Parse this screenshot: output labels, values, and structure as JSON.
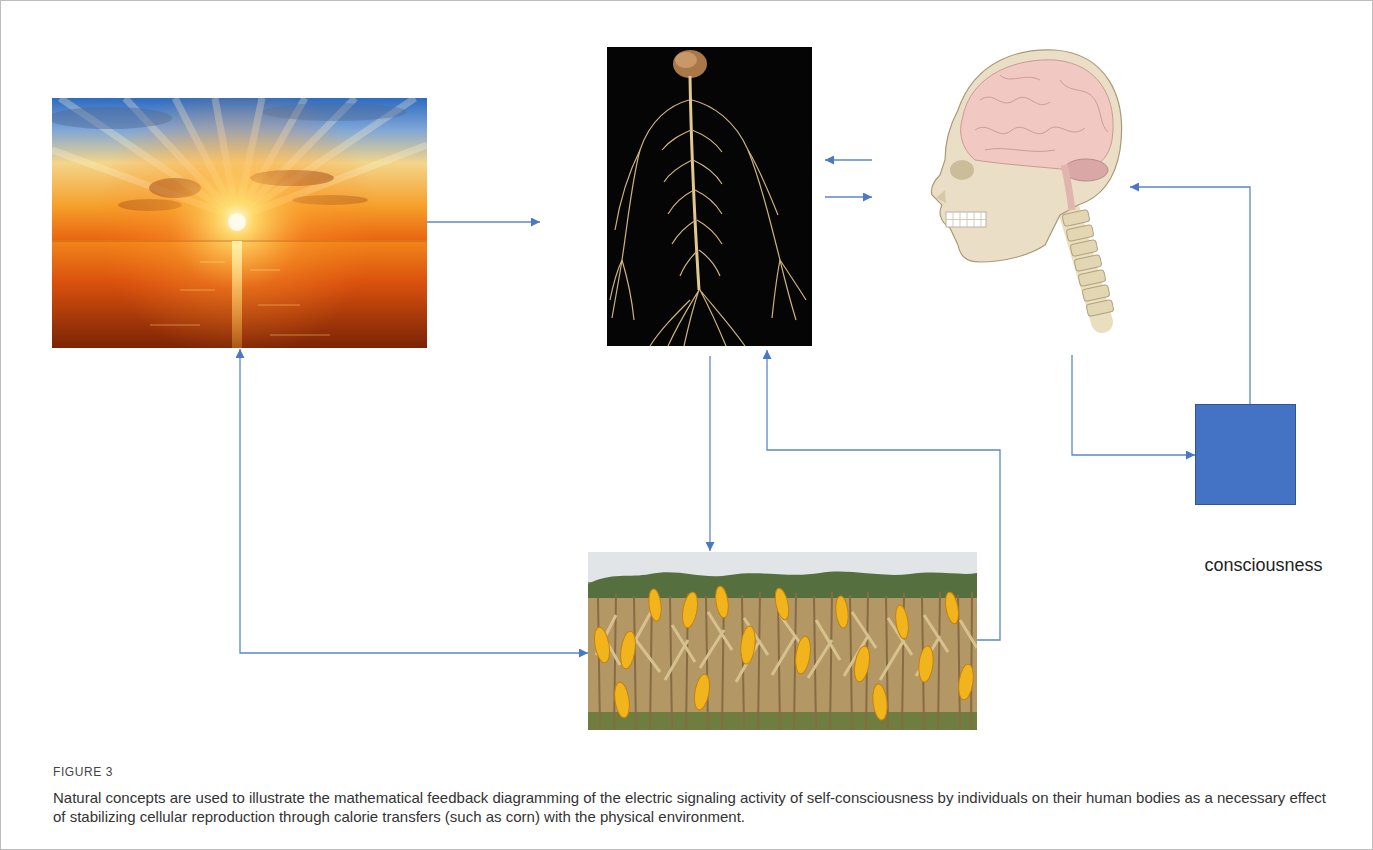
{
  "diagram": {
    "caption": "Natural concepts are used to illustrate the mathematical feedback diagramming of the electric signaling activity of self-consciousness by individuals on their human bodies as a necessary effect of stabilizing cellular reproduction through calorie transfers (such as corn) with the physical environment.",
    "nodes": [
      {
        "text": []
      },
      {
        "text": []
      },
      {
        "text": []
      },
      {
        "text": [
          "consciousness"
        ]
      },
      {
        "text": []
      }
    ],
    "edges": [
      {
        "from": 0,
        "to": 1,
        "arrow": "to"
      },
      {
        "from": 2,
        "to": 1,
        "arrow": "to"
      },
      {
        "from": 1,
        "to": 2,
        "arrow": "to"
      },
      {
        "from": 1,
        "to": 4,
        "arrow": "to"
      },
      {
        "from": 4,
        "to": 1,
        "arrow": "to"
      },
      {
        "from": 0,
        "to": 4,
        "arrow": "both"
      },
      {
        "from": 2,
        "to": 3,
        "arrow": "to"
      },
      {
        "from": 3,
        "to": 2,
        "arrow": "to"
      }
    ],
    "labels": [
      "FIGURE 3"
    ]
  }
}
